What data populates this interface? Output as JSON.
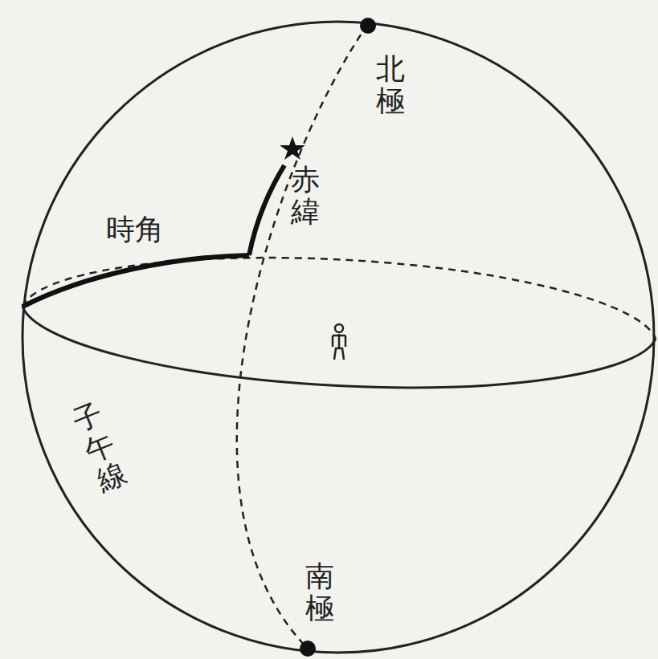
{
  "diagram": {
    "labels": [
      "北極",
      "赤緯",
      "時角",
      "子午線",
      "南極"
    ]
  }
}
